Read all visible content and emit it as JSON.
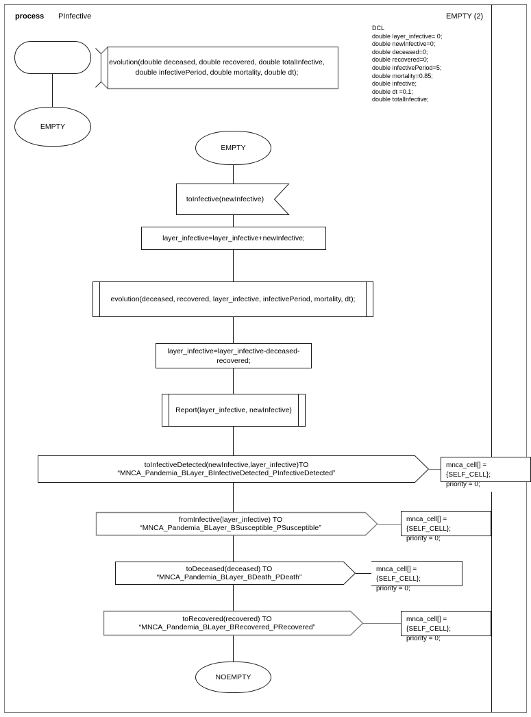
{
  "header": {
    "kind_label": "process",
    "name": "PInfective",
    "page_label": "EMPTY (2)"
  },
  "declaration_note": {
    "name": "dcl-note",
    "text": "DCL\ndouble layer_infective= 0;\ndouble newInfective=0;\ndouble deceased=0;\ndouble recovered=0;\ndouble infectivePeriod=5;\ndouble mortality=0.85;\ndouble infective;\ndouble dt =0.1;\ndouble totalInfective;"
  },
  "start": {
    "label": "",
    "text_extension": "evolution(double deceased, double recovered, double totalInfective,\ndouble infectivePeriod, double mortality, double dt);"
  },
  "initial_state": {
    "label": "EMPTY"
  },
  "flow": {
    "state_empty": "EMPTY",
    "input_to_infective": "toInfective(newInfective)",
    "task_add": "layer_infective=layer_infective+newInfective;",
    "proc_evolution": "evolution(deceased, recovered, layer_infective, infectivePeriod, mortality, dt);",
    "task_subtract": "layer_infective=layer_infective-deceased-recovered;",
    "proc_report": "Report(layer_infective, newInfective)",
    "output_1": "toInfectiveDetected(newInfective,layer_infective)TO “MNCA_Pandemia_BLayer_BInfectiveDetected_PInfectiveDetected”",
    "output_2": "fromInfective(layer_infective) TO “MNCA_Pandemia_BLayer_BSusceptible_PSusceptible”",
    "output_3": "toDeceased(deceased) TO “MNCA_Pandemia_BLayer_BDeath_PDeath”",
    "output_4": "toRecovered(recovered) TO “MNCA_Pandemia_BLayer_BRecovered_PRecovered”",
    "final_state": "NOEMPTY"
  },
  "comments": [
    {
      "name": "comment-1",
      "text": "mnca_cell[] = {SELF_CELL};\npriority = 0;"
    },
    {
      "name": "comment-2",
      "text": "mnca_cell[] = {SELF_CELL};\npriority = 0;"
    },
    {
      "name": "comment-3",
      "text": "mnca_cell[] = {SELF_CELL};\npriority = 0;"
    },
    {
      "name": "comment-4",
      "text": "mnca_cell[] = {SELF_CELL};\npriority = 0;"
    }
  ],
  "colors": {
    "stroke": "#1a1a1a",
    "frame": "#808080",
    "background": "#ffffff",
    "text": "#000000"
  }
}
